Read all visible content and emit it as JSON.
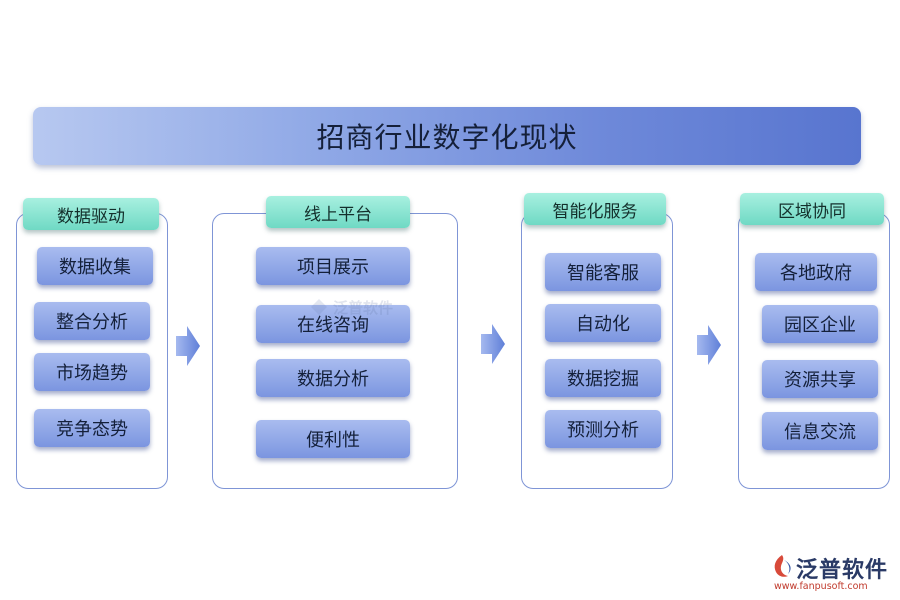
{
  "title": "招商行业数字化现状",
  "groups": [
    {
      "header": "数据驱动",
      "items": [
        "数据收集",
        "整合分析",
        "市场趋势",
        "竞争态势"
      ]
    },
    {
      "header": "线上平台",
      "items": [
        "项目展示",
        "在线咨询",
        "数据分析",
        "便利性"
      ]
    },
    {
      "header": "智能化服务",
      "items": [
        "智能客服",
        "自动化",
        "数据挖掘",
        "预测分析"
      ]
    },
    {
      "header": "区域协同",
      "items": [
        "各地政府",
        "园区企业",
        "资源共享",
        "信息交流"
      ]
    }
  ],
  "watermark": {
    "text": "泛普软件"
  },
  "logo": {
    "name": "泛普软件",
    "url": "www.fanpusoft.com"
  },
  "colors": {
    "title_gradient_end": "#5875cf",
    "header_teal": "#6fd9c4",
    "item_blue": "#7b95e0",
    "box_border": "#7f95d6",
    "arrow_blue": "#6f8fe0"
  }
}
